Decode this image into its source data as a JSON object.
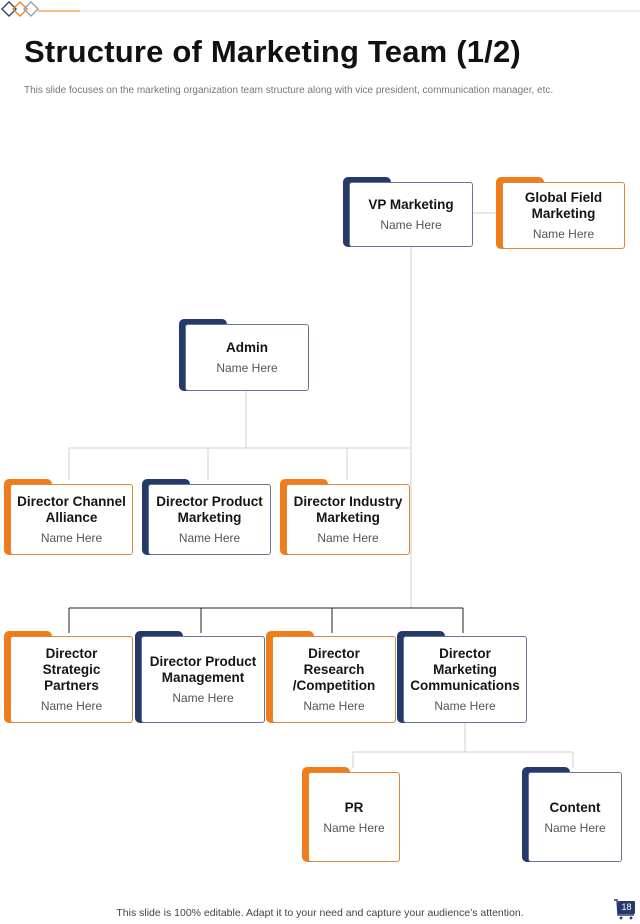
{
  "slide": {
    "title": "Structure of Marketing Team (1/2)",
    "subtitle": "This slide focuses on the marketing organization team structure along with vice president, communication manager, etc.",
    "footer": "This slide is 100% editable. Adapt it to your need and capture your audience’s attention.",
    "page_number": "18"
  },
  "colors": {
    "orange_accent": "#f07d1a",
    "navy_accent": "#263a6a",
    "connector": "#cfcfcf",
    "connector_dark": "#222222"
  },
  "nodes": {
    "vp_marketing": {
      "role": "VP Marketing",
      "name": "Name Here"
    },
    "global_field_marketing": {
      "role": "Global Field Marketing",
      "name": "Name Here"
    },
    "admin": {
      "role": "Admin",
      "name": "Name Here"
    },
    "director_channel_alliance": {
      "role": "Director Channel Alliance",
      "name": "Name Here"
    },
    "director_product_marketing": {
      "role": "Director Product Marketing",
      "name": "Name Here"
    },
    "director_industry_marketing": {
      "role": "Director Industry Marketing",
      "name": "Name Here"
    },
    "director_strategic_partners": {
      "role": "Director Strategic Partners",
      "name": "Name Here"
    },
    "director_product_management": {
      "role": "Director Product Management",
      "name": "Name Here"
    },
    "director_research_competition": {
      "role": "Director Research /Competition",
      "name": "Name Here"
    },
    "director_marketing_communications": {
      "role": "Director Marketing Communications",
      "name": "Name Here"
    },
    "pr": {
      "role": "PR",
      "name": "Name Here"
    },
    "content": {
      "role": "Content",
      "name": "Name Here"
    }
  }
}
